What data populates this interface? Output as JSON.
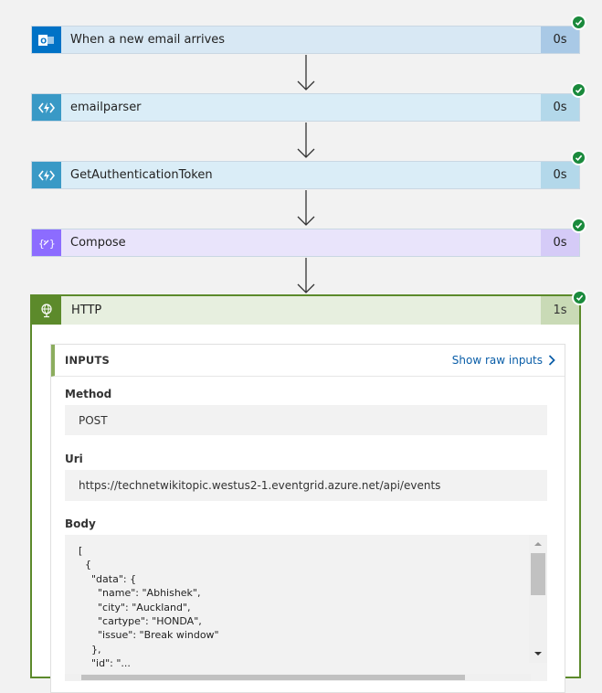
{
  "steps": [
    {
      "title": "When a new email arrives",
      "duration": "0s",
      "icon": "outlook-icon",
      "color": "#0072c6",
      "bg": "#d8e8f4",
      "durbg": "#a9c9e6"
    },
    {
      "title": "emailparser",
      "duration": "0s",
      "icon": "azure-function-icon",
      "color": "#3999c6",
      "bg": "#daedf7",
      "durbg": "#b3d8ea"
    },
    {
      "title": "GetAuthenticationToken",
      "duration": "0s",
      "icon": "azure-function-icon",
      "color": "#3999c6",
      "bg": "#daedf7",
      "durbg": "#b3d8ea"
    },
    {
      "title": "Compose",
      "duration": "0s",
      "icon": "compose-icon",
      "color": "#8c6cff",
      "bg": "#e9e4fb",
      "durbg": "#d5cbf7"
    }
  ],
  "http": {
    "title": "HTTP",
    "duration": "1s",
    "inputs_label": "INPUTS",
    "show_raw_label": "Show raw inputs",
    "method_label": "Method",
    "method_value": "POST",
    "uri_label": "Uri",
    "uri_value": "https://technetwikitopic.westus2-1.eventgrid.azure.net/api/events",
    "body_label": "Body",
    "body_lines": [
      "[",
      "  {",
      "    \"data\": {",
      "      \"name\": \"Abhishek\",",
      "      \"city\": \"Auckland\",",
      "      \"cartype\": \"HONDA\",",
      "      \"issue\": \"Break window\"",
      "    },",
      "    \"id\": \"..."
    ]
  },
  "colors": {
    "success": "#1a8a3c",
    "http_green": "#5c8a2b",
    "link": "#0a5ea8"
  }
}
